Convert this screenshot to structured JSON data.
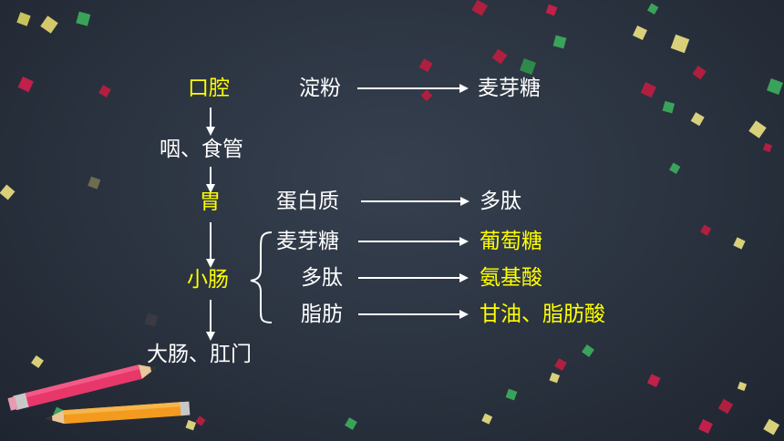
{
  "organs": {
    "mouth": "口腔",
    "pharynx_esophagus": "咽、食管",
    "stomach": "胃",
    "small_intestine": "小肠",
    "large_intestine_anus": "大肠、肛门"
  },
  "reactions": {
    "mouth_input": "淀粉",
    "mouth_output": "麦芽糖",
    "stomach_input": "蛋白质",
    "stomach_output": "多肽",
    "si_maltose_input": "麦芽糖",
    "si_maltose_output": "葡萄糖",
    "si_peptide_input": "多肽",
    "si_peptide_output": "氨基酸",
    "si_fat_input": "脂肪",
    "si_fat_output": "甘油、脂肪酸"
  },
  "colors": {
    "highlight": "#ffff00",
    "text": "#ffffff",
    "background": "#2c3441"
  }
}
